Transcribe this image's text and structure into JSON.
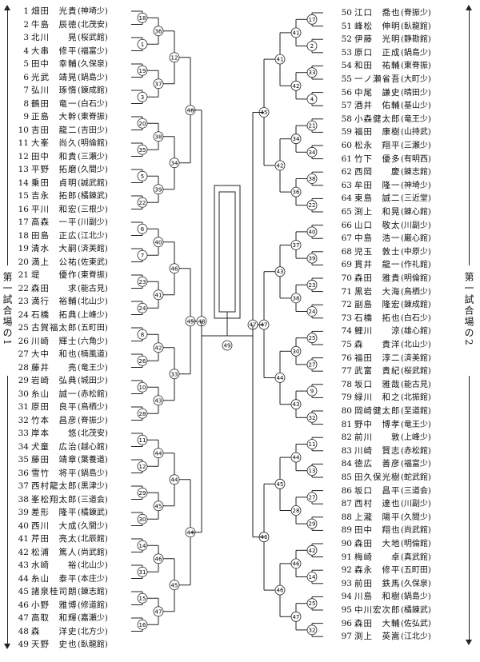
{
  "venue_left": "第一試合場の1",
  "venue_right": "第一試合場の2",
  "final_label": "49",
  "left_entries": [
    {
      "n": "1",
      "name": "畑田　光貴",
      "club": "(神埼少)"
    },
    {
      "n": "2",
      "name": "牛島　辰徳",
      "club": "(北茂安)"
    },
    {
      "n": "3",
      "name": "北川　　晃",
      "club": "(桜武館)"
    },
    {
      "n": "4",
      "name": "大串　修平",
      "club": "(福富少)"
    },
    {
      "n": "5",
      "name": "田中　幸輔",
      "club": "(久保泉)"
    },
    {
      "n": "6",
      "name": "光武　靖晃",
      "club": "(鍋島少)"
    },
    {
      "n": "7",
      "name": "弘川　琢惰",
      "club": "(錬成館)"
    },
    {
      "n": "8",
      "name": "鶴田　竜一",
      "club": "(白石少)"
    },
    {
      "n": "9",
      "name": "正島　大幹",
      "club": "(東脊振)"
    },
    {
      "n": "10",
      "name": "吉田　龍二",
      "club": "(吉田少)"
    },
    {
      "n": "11",
      "name": "大峯　尚久",
      "club": "(明倫館)"
    },
    {
      "n": "12",
      "name": "田中　和貴",
      "club": "(三瀬少)"
    },
    {
      "n": "13",
      "name": "平野　拓磨",
      "club": "(久間少)"
    },
    {
      "n": "14",
      "name": "乗田　貞明",
      "club": "(誠武館)"
    },
    {
      "n": "15",
      "name": "吉永　拓郎",
      "club": "(橘錬武)"
    },
    {
      "n": "16",
      "name": "平川　和宏",
      "club": "(三根少)"
    },
    {
      "n": "17",
      "name": "高森　一平",
      "club": "(川副少)"
    },
    {
      "n": "18",
      "name": "田島　正広",
      "club": "(江北少)"
    },
    {
      "n": "19",
      "name": "清水　大嗣",
      "club": "(済美館)"
    },
    {
      "n": "20",
      "name": "満上　公祐",
      "club": "(佐東武)"
    },
    {
      "n": "21",
      "name": "堤　　優作",
      "club": "(東脊振)"
    },
    {
      "n": "22",
      "name": "森田　　求",
      "club": "(能古見)"
    },
    {
      "n": "23",
      "name": "満行　裕輔",
      "club": "(北山少)"
    },
    {
      "n": "24",
      "name": "石橋　拓典",
      "club": "(上峰少)"
    },
    {
      "n": "25",
      "name": "古賀福太郎",
      "club": "(五町田)"
    },
    {
      "n": "26",
      "name": "川崎　輝士",
      "club": "(六角少)"
    },
    {
      "n": "27",
      "name": "大中　和也",
      "club": "(楠風道)"
    },
    {
      "n": "28",
      "name": "藤井　　亮",
      "club": "(竜王少)"
    },
    {
      "n": "29",
      "name": "岩崎　弘典",
      "club": "(城田少)"
    },
    {
      "n": "30",
      "name": "糸山　誠一",
      "club": "(赤松館)"
    },
    {
      "n": "31",
      "name": "原田　良平",
      "club": "(鳥栖少)"
    },
    {
      "n": "32",
      "name": "竹本　昌彦",
      "club": "(脊振少)"
    },
    {
      "n": "33",
      "name": "岸本　　悠",
      "club": "(北茂安)"
    },
    {
      "n": "34",
      "name": "犬童　広治",
      "club": "(越心館)"
    },
    {
      "n": "35",
      "name": "藤田　靖章",
      "club": "(葉養道)"
    },
    {
      "n": "36",
      "name": "雪竹　将平",
      "club": "(鍋島少)"
    },
    {
      "n": "37",
      "name": "西村龍太郎",
      "club": "(黒津少)"
    },
    {
      "n": "38",
      "name": "峯松翔太郎",
      "club": "(三道会)"
    },
    {
      "n": "39",
      "name": "差形　隆平",
      "club": "(橘錬武)"
    },
    {
      "n": "40",
      "name": "西川　大成",
      "club": "(久間少)"
    },
    {
      "n": "41",
      "name": "芹田　亮太",
      "club": "(北辰館)"
    },
    {
      "n": "42",
      "name": "松浦　篤人",
      "club": "(尚武館)"
    },
    {
      "n": "43",
      "name": "水崎　　裕",
      "club": "(北山少)"
    },
    {
      "n": "44",
      "name": "糸山　泰平",
      "club": "(本庄少)"
    },
    {
      "n": "45",
      "name": "諸泉桂司朗",
      "club": "(錬志館)"
    },
    {
      "n": "46",
      "name": "小野　雅博",
      "club": "(修道館)"
    },
    {
      "n": "47",
      "name": "高取　和輝",
      "club": "(嘉瀬少)"
    },
    {
      "n": "48",
      "name": "森　　洋史",
      "club": "(北方少)"
    },
    {
      "n": "49",
      "name": "天野　史也",
      "club": "(臥龍館)"
    }
  ],
  "right_entries": [
    {
      "n": "50",
      "name": "江口　喬也",
      "club": "(脊振少)"
    },
    {
      "n": "51",
      "name": "峰松　伸明",
      "club": "(臥龍館)"
    },
    {
      "n": "52",
      "name": "伊藤　光明",
      "club": "(静勘館)"
    },
    {
      "n": "53",
      "name": "原口　正成",
      "club": "(鍋島少)"
    },
    {
      "n": "54",
      "name": "和田　祐輔",
      "club": "(東脊振)"
    },
    {
      "n": "55",
      "name": "一ノ瀬省吾",
      "club": "(大町少)"
    },
    {
      "n": "56",
      "name": "中尾　謙史",
      "club": "(晴田少)"
    },
    {
      "n": "57",
      "name": "酒井　佑輔",
      "club": "(基山少)"
    },
    {
      "n": "58",
      "name": "小森健太郎",
      "club": "(竜王少)"
    },
    {
      "n": "59",
      "name": "福田　康樹",
      "club": "(山持武)"
    },
    {
      "n": "60",
      "name": "松永　翔平",
      "club": "(三瀬少)"
    },
    {
      "n": "61",
      "name": "竹下　優多",
      "club": "(有明西)"
    },
    {
      "n": "62",
      "name": "西岡　　慶",
      "club": "(錬志館)"
    },
    {
      "n": "63",
      "name": "牟田　隆一",
      "club": "(神埼少)"
    },
    {
      "n": "64",
      "name": "東島　誠二",
      "club": "(三近堂)"
    },
    {
      "n": "65",
      "name": "渕上　和晃",
      "club": "(錬心館)"
    },
    {
      "n": "66",
      "name": "山口　敬太",
      "club": "(川副少)"
    },
    {
      "n": "67",
      "name": "中島　浩一",
      "club": "(巌心館)"
    },
    {
      "n": "68",
      "name": "児玉　敦士",
      "club": "(中原少)"
    },
    {
      "n": "69",
      "name": "貫井　龍一",
      "club": "(作礼館)"
    },
    {
      "n": "70",
      "name": "森田　雅貴",
      "club": "(明倫館)"
    },
    {
      "n": "71",
      "name": "黒岩　大海",
      "club": "(鳥栖少)"
    },
    {
      "n": "72",
      "name": "副島　隆宏",
      "club": "(錬成館)"
    },
    {
      "n": "73",
      "name": "石橋　拓也",
      "club": "(白石少)"
    },
    {
      "n": "74",
      "name": "鯉川　　涼",
      "club": "(雄心館)"
    },
    {
      "n": "75",
      "name": "森　　貴洋",
      "club": "(北山少)"
    },
    {
      "n": "76",
      "name": "福田　淳二",
      "club": "(済美館)"
    },
    {
      "n": "77",
      "name": "武富　貴紀",
      "club": "(桜武館)"
    },
    {
      "n": "78",
      "name": "坂口　雅哉",
      "club": "(能古見)"
    },
    {
      "n": "79",
      "name": "緑川　和之",
      "club": "(北振館)"
    },
    {
      "n": "80",
      "name": "岡崎健太郎",
      "club": "(至道館)"
    },
    {
      "n": "81",
      "name": "野中　博孝",
      "club": "(竜王少)"
    },
    {
      "n": "82",
      "name": "前川　　敦",
      "club": "(上峰少)"
    },
    {
      "n": "83",
      "name": "川崎　賢志",
      "club": "(赤松館)"
    },
    {
      "n": "84",
      "name": "徳広　善彦",
      "club": "(福富少)"
    },
    {
      "n": "85",
      "name": "田久保光樹",
      "club": "(蛇武館)"
    },
    {
      "n": "86",
      "name": "坂口　昌平",
      "club": "(三道会)"
    },
    {
      "n": "87",
      "name": "西村　達也",
      "club": "(川副少)"
    },
    {
      "n": "88",
      "name": "上瀧　陽平",
      "club": "(久間少)"
    },
    {
      "n": "89",
      "name": "田中　翔也",
      "club": "(尚武館)"
    },
    {
      "n": "90",
      "name": "森田　大地",
      "club": "(明倫館)"
    },
    {
      "n": "91",
      "name": "梅崎　　卓",
      "club": "(真武館)"
    },
    {
      "n": "92",
      "name": "森永　修平",
      "club": "(五町田)"
    },
    {
      "n": "93",
      "name": "前田　鉄馬",
      "club": "(久保泉)"
    },
    {
      "n": "94",
      "name": "川島　和樹",
      "club": "(鍋島少)"
    },
    {
      "n": "95",
      "name": "中川宏次郎",
      "club": "(橘錬武)"
    },
    {
      "n": "96",
      "name": "森田　大輔",
      "club": "(佐弘武)"
    },
    {
      "n": "97",
      "name": "渕上　英嵩",
      "club": "(江北少)"
    }
  ],
  "left_r1": [
    {
      "label": "18",
      "a": 0,
      "b": 1
    },
    {
      "label": "1",
      "a": 2,
      "b": 3
    },
    {
      "label": "19",
      "a": 4,
      "b": 5
    },
    {
      "label": "3",
      "a": 6,
      "b": 7
    },
    {
      "label": "20",
      "a": 8,
      "b": 9
    },
    {
      "label": "35",
      "a": 10,
      "b": 11
    },
    {
      "label": "5",
      "a": 12,
      "b": 13
    },
    {
      "label": "22",
      "a": 14,
      "b": 15
    },
    {
      "label": "6",
      "a": 16,
      "b": 17
    },
    {
      "label": "7",
      "a": 18,
      "b": 19
    },
    {
      "label": "23",
      "a": 20,
      "b": 21
    },
    {
      "label": "24",
      "a": 22,
      "b": 23
    },
    {
      "label": "8",
      "a": 24,
      "b": 25
    },
    {
      "label": "26",
      "a": 26,
      "b": 27
    },
    {
      "label": "10",
      "a": 28,
      "b": 29
    },
    {
      "label": "28",
      "a": 30,
      "b": 31
    },
    {
      "label": "11",
      "a": 32,
      "b": 33
    },
    {
      "label": "12",
      "a": 34,
      "b": 35
    },
    {
      "label": "29",
      "a": 36,
      "b": 37
    },
    {
      "label": "30",
      "a": 38,
      "b": 39
    },
    {
      "label": "14",
      "a": 40,
      "b": 41
    },
    {
      "label": "31",
      "a": 42,
      "b": 43
    },
    {
      "label": "15",
      "a": 44,
      "b": 45
    },
    {
      "label": "16",
      "a": 46,
      "b": 47
    }
  ],
  "right_r1": [
    {
      "label": "17",
      "a": 0,
      "b": 1
    },
    {
      "label": "2",
      "a": 2,
      "b": 3
    },
    {
      "label": "33",
      "a": 4,
      "b": 5
    },
    {
      "label": "4",
      "a": 6,
      "b": 7
    },
    {
      "label": "21",
      "a": 8,
      "b": 9
    },
    {
      "label": "34",
      "a": 10,
      "b": 11
    },
    {
      "label": "38",
      "a": 12,
      "b": 13
    },
    {
      "label": "22",
      "a": 14,
      "b": 15
    },
    {
      "label": "40",
      "a": 16,
      "b": 17
    },
    {
      "label": "39",
      "a": 18,
      "b": 19
    },
    {
      "label": "23",
      "a": 20,
      "b": 21
    },
    {
      "label": "24",
      "a": 22,
      "b": 23
    },
    {
      "label": "25",
      "a": 24,
      "b": 25
    },
    {
      "label": "27",
      "a": 26,
      "b": 27
    },
    {
      "label": "9",
      "a": 28,
      "b": 29
    },
    {
      "label": "32",
      "a": 30,
      "b": 31
    },
    {
      "label": "11",
      "a": 32,
      "b": 33
    },
    {
      "label": "13",
      "a": 34,
      "b": 35
    },
    {
      "label": "27",
      "a": 36,
      "b": 37
    },
    {
      "label": "29",
      "a": 38,
      "b": 39
    },
    {
      "label": "42",
      "a": 40,
      "b": 41
    },
    {
      "label": "14",
      "a": 42,
      "b": 43
    },
    {
      "label": "25",
      "a": 44,
      "b": 45
    },
    {
      "label": "32",
      "a": 46,
      "b": 47
    }
  ],
  "left_r2": [
    "36",
    "37",
    "38",
    "39",
    "40",
    "41",
    "42",
    "43",
    "44",
    "45",
    "46",
    "47"
  ],
  "right_r2": [
    "41",
    "42",
    "34",
    "36",
    "37",
    "38",
    "30",
    "43",
    "44",
    "28",
    "46",
    "47"
  ],
  "left_r3": [
    "12",
    "34",
    "46",
    "33",
    "44",
    "45"
  ],
  "right_r3": [
    "41",
    "42",
    "43",
    "44",
    "45",
    "46"
  ],
  "left_r4": [
    "46",
    "45",
    "44"
  ],
  "right_r4": [
    "45",
    "47",
    "46"
  ],
  "left_semi": "48",
  "right_semi": "47"
}
